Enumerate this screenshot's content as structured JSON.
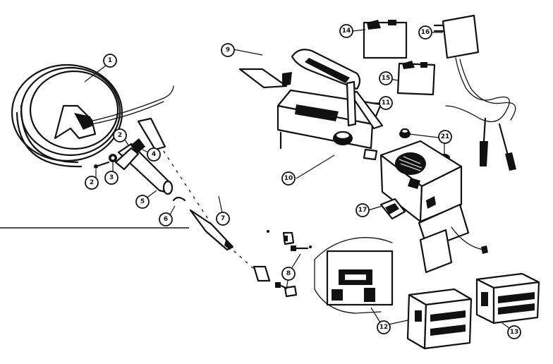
{
  "diagram": {
    "callouts": [
      "1",
      "2",
      "3",
      "4",
      "5",
      "6",
      "7",
      "8",
      "9",
      "10",
      "11",
      "12",
      "13",
      "14",
      "15",
      "16",
      "17",
      "21"
    ]
  }
}
